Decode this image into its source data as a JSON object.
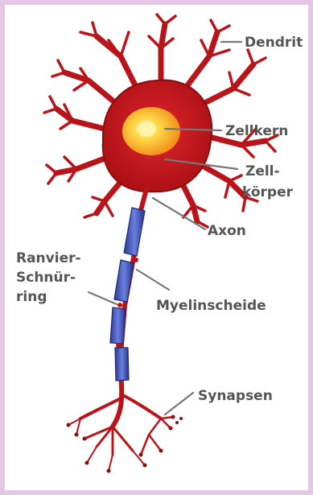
{
  "labels": {
    "dendrit": "Dendrit",
    "zellkern": "Zellkern",
    "zellkoerper_1": "Zell-",
    "zellkoerper_2": "körper",
    "axon": "Axon",
    "ranvier_1": "Ranvier-",
    "ranvier_2": "Schnür-",
    "ranvier_3": "ring",
    "myelinscheide": "Myelinscheide",
    "synapsen": "Synapsen"
  },
  "colors": {
    "border": "#e6c6e6",
    "background": "#ffffff",
    "neuron_red": "#c0161c",
    "neuron_dark": "#8a0d10",
    "nucleus_outer": "#f4a21a",
    "nucleus_inner": "#ffd94a",
    "myelin_blue": "#3b4fb0",
    "label_text": "#555555"
  }
}
